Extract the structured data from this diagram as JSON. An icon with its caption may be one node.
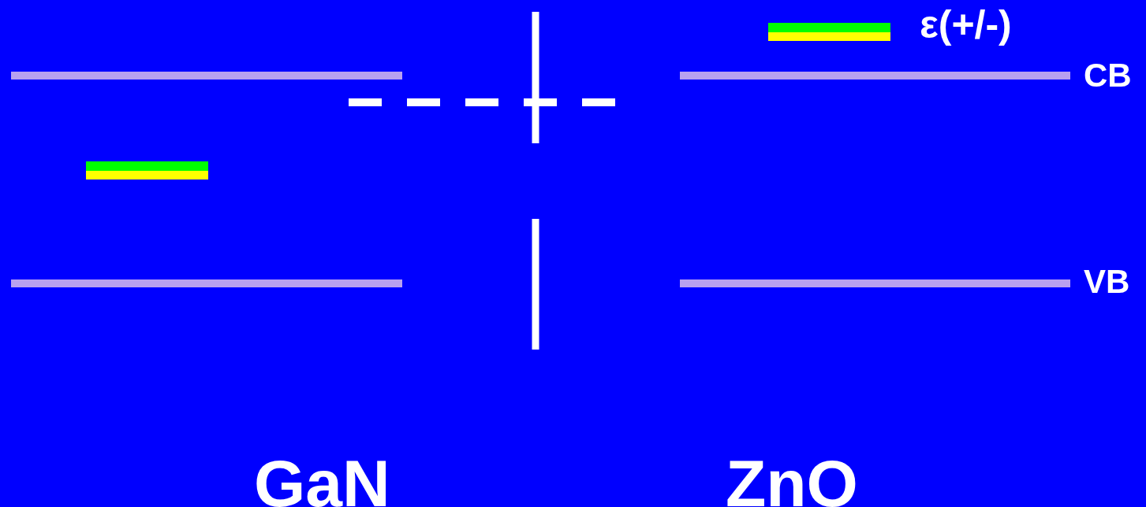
{
  "diagram": {
    "labels": [
      "CB",
      "VB",
      "GaN",
      "ZnO"
    ],
    "legend": [
      {
        "text": "ε(+/-)"
      }
    ]
  }
}
